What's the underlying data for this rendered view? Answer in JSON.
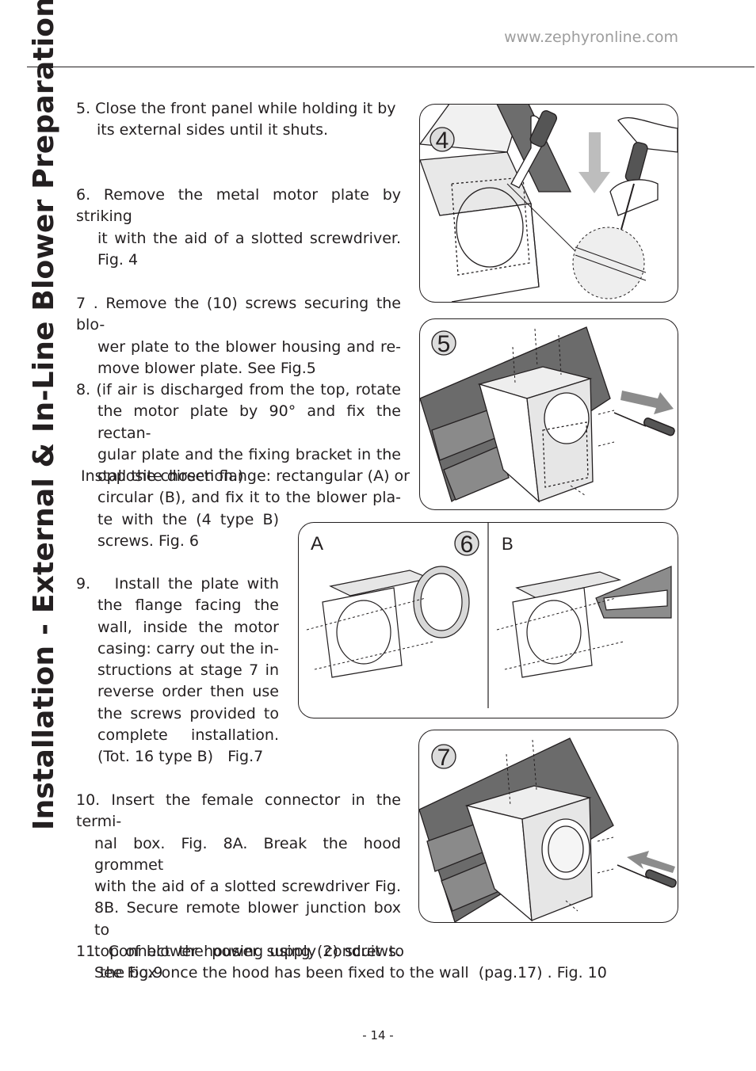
{
  "header": {
    "url": "www.zephyronline.com"
  },
  "side_title": "Installation - External & In-Line Blower Preparation",
  "steps": {
    "s5": [
      "5.  Close the front panel while holding it by",
      "its external sides until it shuts."
    ],
    "s6": [
      "6. Remove the metal motor plate by striking",
      "it with the aid of a slotted screwdriver.",
      "Fig. 4"
    ],
    "s7": [
      "7 . Remove the (10) screws securing the blo-",
      "wer plate to the blower housing and re-",
      "move blower plate. See Fig.5"
    ],
    "s8": [
      "8. (if air is discharged from the top, rotate",
      "the motor plate by 90° and fix the rectan-",
      "gular plate and the fixing bracket in the",
      "opposite direction.)"
    ],
    "s8b": [
      " Install the chosen flange: rectangular (A) or",
      "circular (B), and fix it to the blower pla-",
      "te with the (4 type B)",
      "screws.  Fig. 6"
    ],
    "s9": [
      "9.   Install the plate with",
      "the flange facing the",
      "wall, inside the motor",
      "casing: carry out the in-",
      "structions at stage 7 in",
      "reverse order then use",
      "the screws provided to",
      "complete   installation.",
      "(Tot. 16 type B)   Fig.7"
    ],
    "s10": [
      "10. Insert the female connector in the termi-",
      "nal box. Fig. 8A. Break the hood grommet",
      "with the aid of a slotted screwdriver Fig.",
      "8B. Secure remote blower junction box to",
      "top of blower housing using (2) screws.",
      "See Fig.9"
    ],
    "s11": [
      "11. Connect the power supply conduit to",
      "the box once the hood has been fixed to the wall  (pag.17) . Fig. 10"
    ]
  },
  "figures": {
    "fig4": {
      "number": "4"
    },
    "fig5": {
      "number": "5"
    },
    "fig6": {
      "number": "6",
      "label_a": "A",
      "label_b": "B"
    },
    "fig7": {
      "number": "7"
    }
  },
  "footer": {
    "page": "- 14 -"
  }
}
